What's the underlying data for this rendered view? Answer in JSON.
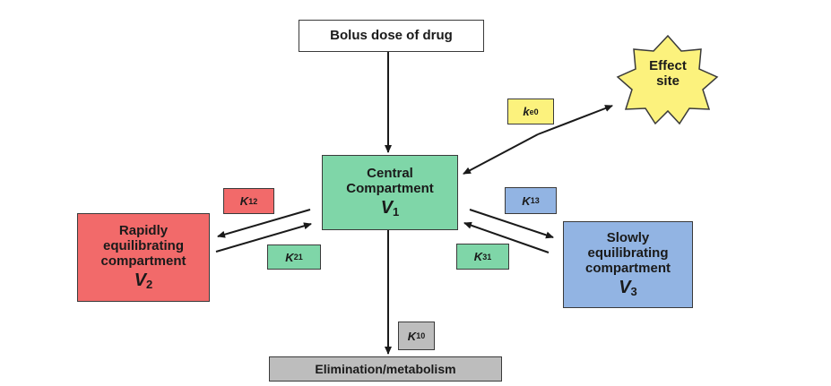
{
  "nodes": {
    "bolus": "Bolus dose of drug",
    "central": {
      "line1": "Central",
      "line2": "Compartment",
      "vol": "V",
      "vol_sub": "1"
    },
    "rapid": {
      "line1": "Rapidly",
      "line2": "equilibrating",
      "line3": "compartment",
      "vol": "V",
      "vol_sub": "2"
    },
    "slow": {
      "line1": "Slowly",
      "line2": "equilibrating",
      "line3": "compartment",
      "vol": "V",
      "vol_sub": "3"
    },
    "elimination": "Elimination/metabolism",
    "effect_site": {
      "line1": "Effect",
      "line2": "site"
    }
  },
  "rates": {
    "k12": {
      "symbol": "K",
      "sub": "12"
    },
    "k21": {
      "symbol": "K",
      "sub": "21"
    },
    "k13": {
      "symbol": "K",
      "sub": "13"
    },
    "k31": {
      "symbol": "K",
      "sub": "31"
    },
    "k10": {
      "symbol": "K",
      "sub": "10"
    },
    "ke0": {
      "symbol": "k",
      "sub": "e0"
    }
  },
  "colors": {
    "central": "#7fd6a8",
    "rapid": "#f26a6a",
    "slow": "#92b4e3",
    "elimination": "#bdbdbd",
    "effect_site": "#fcf27d"
  }
}
